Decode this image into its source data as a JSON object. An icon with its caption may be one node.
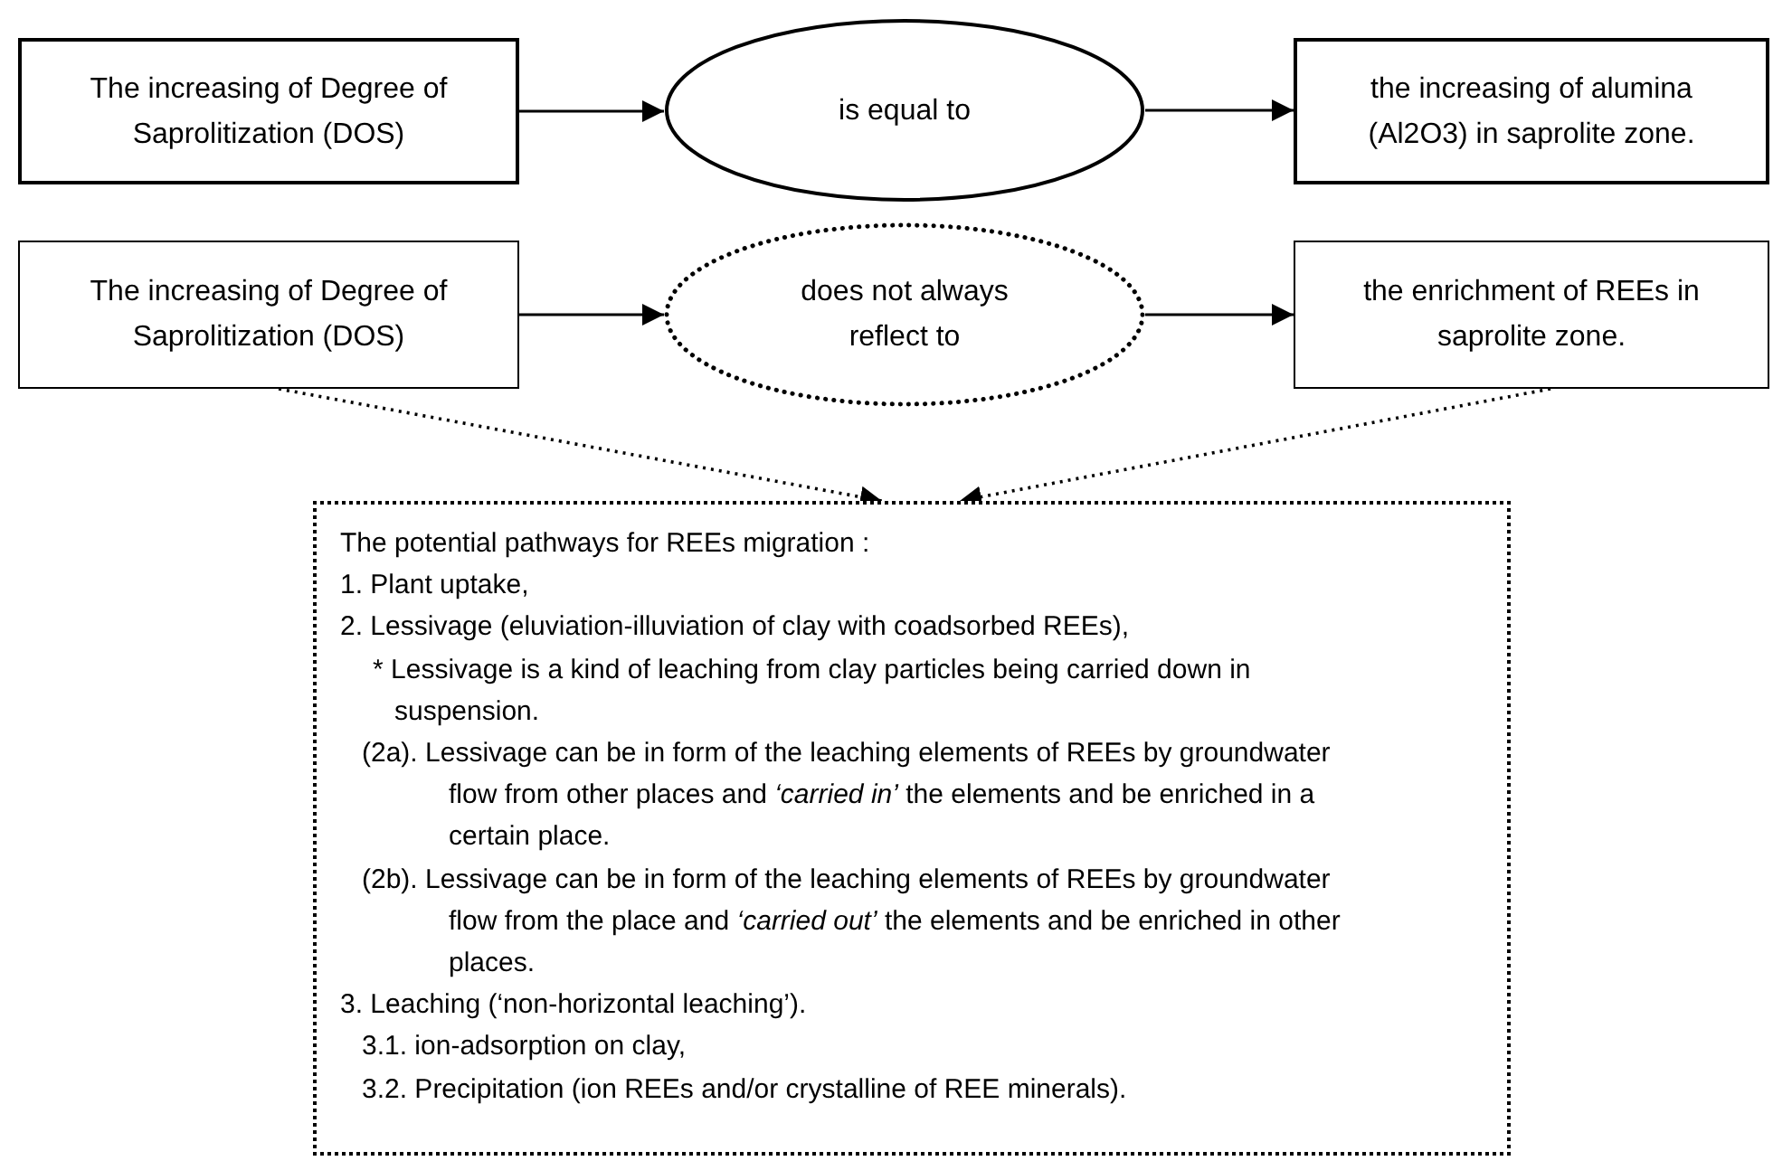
{
  "diagram": {
    "nodes": [
      {
        "text": [
          "The increasing of Degree of Saprolitization (DOS)"
        ]
      },
      {
        "text": [
          "is equal to"
        ]
      },
      {
        "text": [
          "the increasing of alumina (Al2O3) in saprolite zone."
        ]
      },
      {
        "text": [
          "The increasing of Degree of Saprolitization (DOS)"
        ]
      },
      {
        "text": [
          "does not always reflect to"
        ]
      },
      {
        "text": [
          "the enrichment of REEs in saprolite zone."
        ]
      },
      {
        "text": [
          "The potential pathways for REEs migration :",
          "1. Plant uptake,",
          "2. Lessivage (eluviation-illuviation of clay with coadsorbed REEs),",
          "* Lessivage is a kind of leaching from clay particles being carried down in suspension.",
          "(2a). Lessivage can be in form of the leaching elements of REEs by groundwater flow from other places and *‘carried in’* the elements and be enriched in a certain place.",
          "(2b). Lessivage can be in form of the leaching elements of REEs by groundwater flow from the place and *‘carried out’* the elements and be enriched in other places.",
          "3. Leaching (‘non-horizontal leaching’).",
          "3.1. ion-adsorption on clay,",
          "3.2. Precipitation (ion REEs and/or crystalline of REE minerals)."
        ]
      }
    ],
    "edges": [
      {
        "from": 0,
        "to": 1,
        "arrow": "to"
      },
      {
        "from": 1,
        "to": 2,
        "arrow": "to"
      },
      {
        "from": 3,
        "to": 4,
        "arrow": "to"
      },
      {
        "from": 4,
        "to": 5,
        "arrow": "to"
      },
      {
        "from": 3,
        "to": 6,
        "arrow": "to",
        "style": "dashed"
      },
      {
        "from": 5,
        "to": 6,
        "arrow": "to",
        "style": "dashed"
      }
    ]
  }
}
